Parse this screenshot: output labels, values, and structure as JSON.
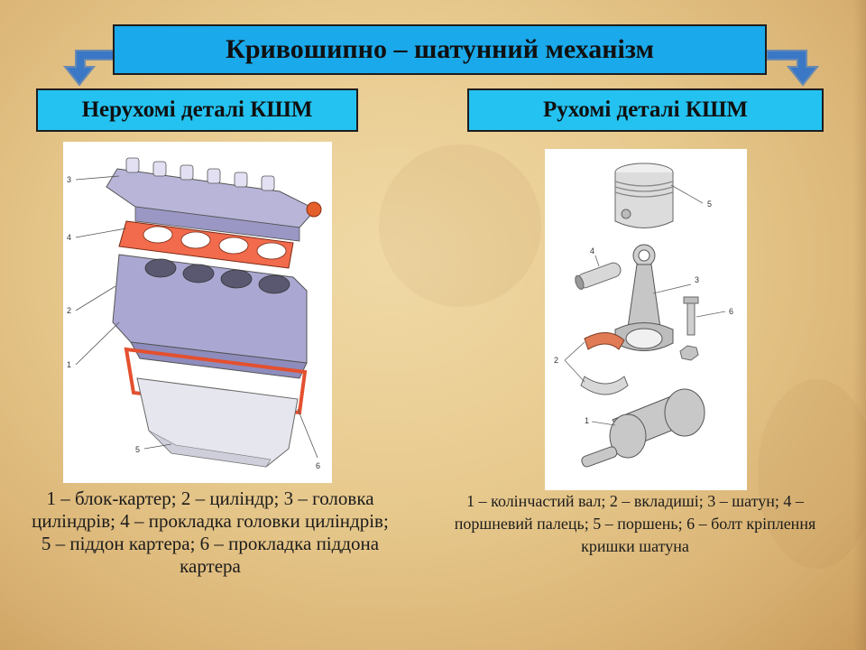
{
  "title": "Кривошипно – шатунний механізм",
  "left": {
    "heading": "Нерухомі деталі КШМ",
    "caption": "1 – блок-картер; 2 – циліндр; 3 – головка циліндрів; 4 – прокладка головки циліндрів; 5 – піддон картера; 6 – прокладка піддона картера",
    "labels": [
      "3",
      "4",
      "2",
      "1",
      "5",
      "6"
    ]
  },
  "right": {
    "heading": "Рухомі деталі КШМ",
    "caption": "1 – колінчастий вал; 2 – вкладиші; 3 – шатун; 4 – поршневий палець; 5 – поршень; 6 – болт кріплення кришки шатуна",
    "labels": [
      "5",
      "4",
      "3",
      "6",
      "2",
      "1"
    ]
  },
  "colors": {
    "title_bg": "#1aa9ea",
    "subtitle_bg": "#24c2f0",
    "arrow": "#3a78c5"
  }
}
